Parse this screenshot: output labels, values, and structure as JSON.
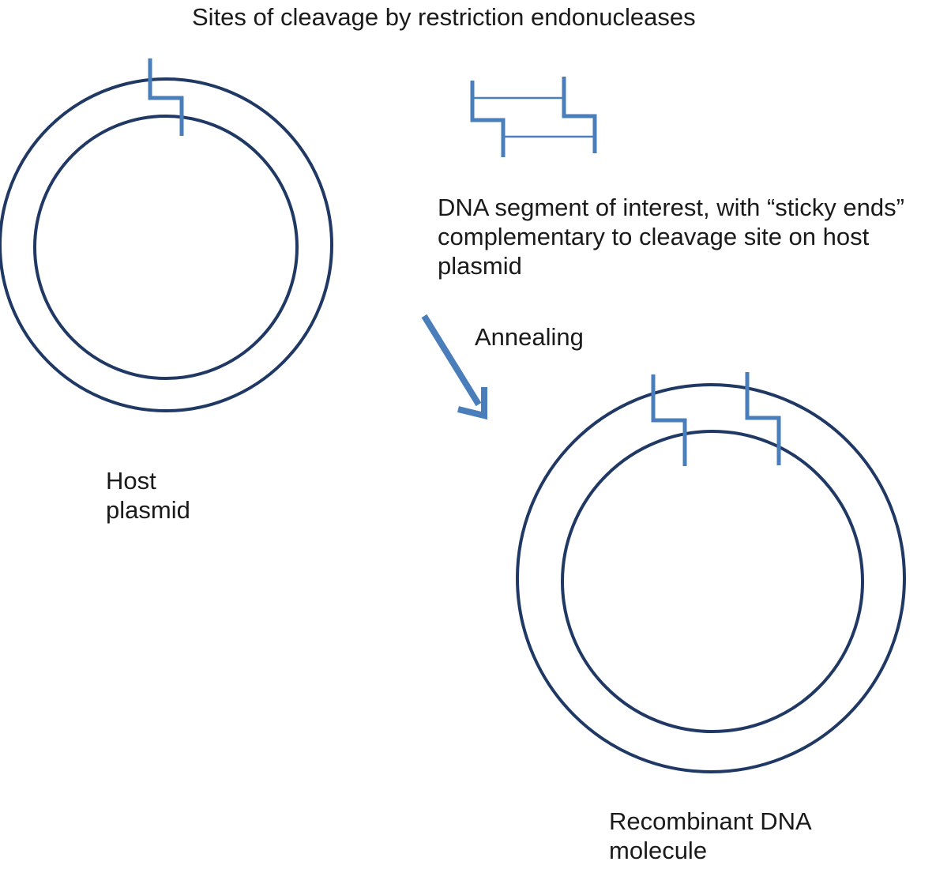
{
  "diagram": {
    "title": "Sites of cleavage by restriction endonucleases",
    "segment_caption": [
      "DNA segment of interest, with “sticky ends”",
      "complementary to cleavage site on host",
      "plasmid"
    ],
    "arrow_label": "Annealing",
    "host_label": [
      "Host",
      "plasmid"
    ],
    "recombinant_label": [
      "Recombinant DNA",
      "molecule"
    ]
  },
  "colors": {
    "ring": "#1f3864",
    "cut_site": "#4a7ebb",
    "text": "#1a1a1a",
    "background": "#ffffff"
  },
  "icons": {
    "process_arrow": "arrow-down-right-icon"
  }
}
